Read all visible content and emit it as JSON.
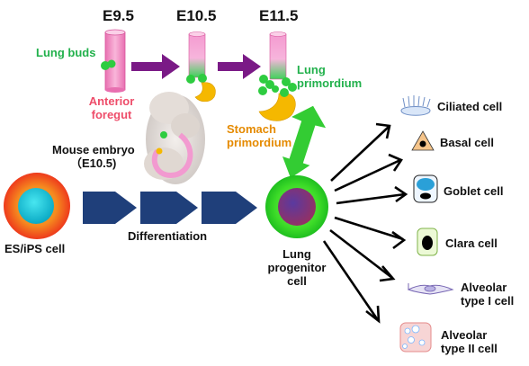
{
  "stages": [
    "E9.5",
    "E10.5",
    "E11.5"
  ],
  "labels": {
    "lung_buds": "Lung buds",
    "anterior_foregut": [
      "Anterior",
      "foregut"
    ],
    "lung_primordium": [
      "Lung",
      "primordium"
    ],
    "stomach_primordium": [
      "Stomach",
      "primordium"
    ],
    "mouse_embryo": [
      "Mouse embryo",
      "（E10.5)"
    ],
    "es_ips": "ES/iPS cell",
    "differentiation": "Differentiation",
    "lung_progenitor": [
      "Lung",
      "progenitor",
      "cell"
    ]
  },
  "cell_types": [
    [
      "Ciliated cell"
    ],
    [
      "Basal cell"
    ],
    [
      "Goblet cell"
    ],
    [
      "Clara cell"
    ],
    [
      "Alveolar",
      "type I cell"
    ],
    [
      "Alveolar",
      "type II cell"
    ]
  ],
  "colors": {
    "tube_pink": "#f28fc4",
    "tube_green": "#3fd15a",
    "bud_green": "#2ecc40",
    "stomach_yellow": "#f5b800",
    "purple_arrow": "#7a1a86",
    "green_arrow": "#33cc33",
    "navy_arrow": "#1f3f7a",
    "progenitor_green": "#3ddc28",
    "progenitor_core": "#7a3a7a"
  }
}
